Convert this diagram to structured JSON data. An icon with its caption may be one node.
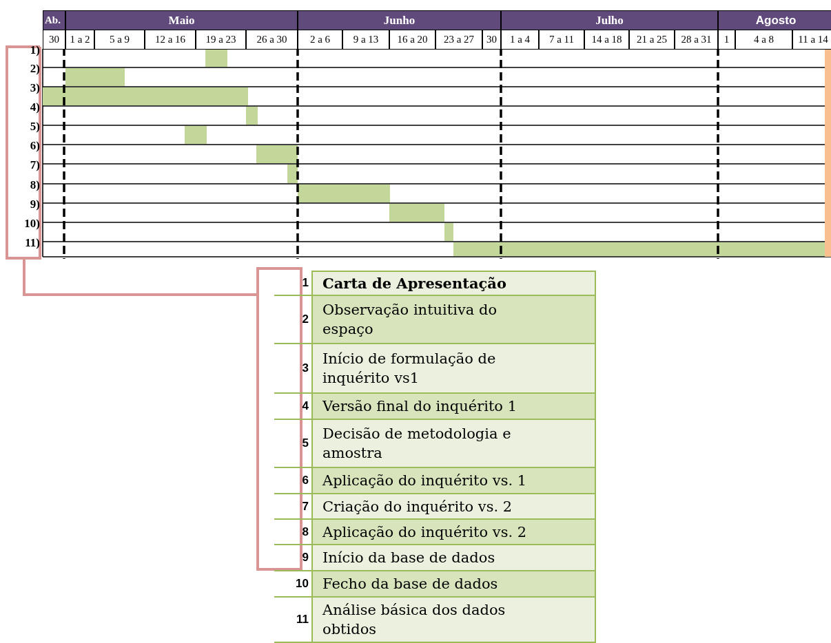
{
  "diagram": {
    "nodes": [
      {
        "text": [],
        "shape": "bar"
      },
      {
        "text": [],
        "shape": "bar"
      },
      {
        "text": [],
        "shape": "bar"
      },
      {
        "text": [],
        "shape": "bar"
      },
      {
        "text": [],
        "shape": "bar"
      },
      {
        "text": [],
        "shape": "bar"
      },
      {
        "text": [],
        "shape": "bar"
      },
      {
        "text": [],
        "shape": "bar"
      },
      {
        "text": [],
        "shape": "bar"
      },
      {
        "text": [],
        "shape": "bar"
      },
      {
        "text": [],
        "shape": "bar"
      },
      {
        "text": [],
        "shape": "bar"
      }
    ],
    "labels": [
      "Ab.",
      "Maio",
      "Junho",
      "Julho",
      "Agosto",
      "30",
      "1 a 2",
      "5 a 9",
      "12 a 16",
      "19 a 23",
      "26 a 30",
      "2 a 6",
      "9 a 13",
      "16 a 20",
      "23 a 27",
      "30",
      "1 a 4",
      "7 a 11",
      "14 a 18",
      "21 a 25",
      "28 a 31",
      "1",
      "4 a 8",
      "11 a 14",
      "1)",
      "2)",
      "3)",
      "4)",
      "5)",
      "6)",
      "7)",
      "8)",
      "9)",
      "10)",
      "11)",
      "1",
      "Carta de Apresentação",
      "2",
      "Observação intuitiva do espaço",
      "3",
      "Início de formulação de inquérito vs1",
      "4",
      "Versão final do inquérito 1",
      "5",
      "Decisão de metodologia e amostra",
      "6",
      "Aplicação do inquérito vs. 1",
      "7",
      "Criação do inquérito vs. 2",
      "8",
      "Aplicação do inquérito vs. 2",
      "9",
      "Início da base de dados",
      "10",
      "Fecho da base de dados",
      "11",
      "Análise básica dos dados obtidos"
    ]
  }
}
